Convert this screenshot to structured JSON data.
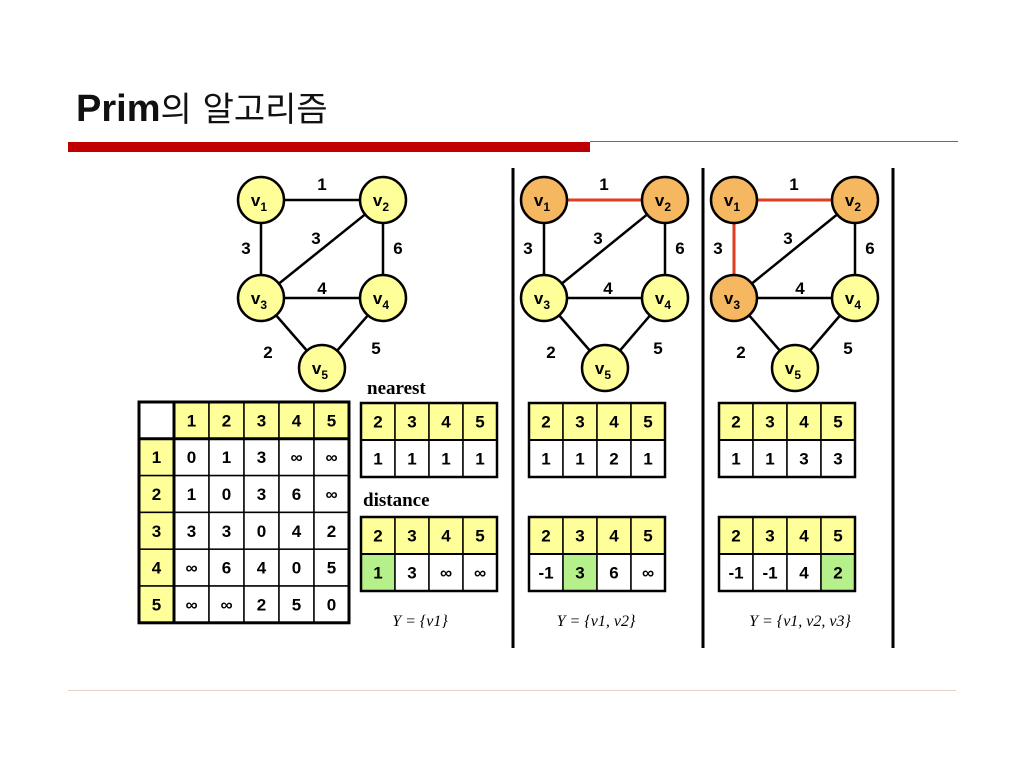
{
  "slide": {
    "title_bold": "Prim",
    "title_rest": "의 알고리즘"
  },
  "colors": {
    "node_yellow": "#ffff99",
    "node_orange": "#f5b860",
    "header_yellow": "#ffff99",
    "highlight_green": "#b6f08a",
    "selected_edge": "#e03c20",
    "title_bar": "#c00000"
  },
  "graph": {
    "nodes": [
      "v1",
      "v2",
      "v3",
      "v4",
      "v5"
    ],
    "edges": [
      {
        "from": "v1",
        "to": "v2",
        "weight": "1"
      },
      {
        "from": "v1",
        "to": "v3",
        "weight": "3"
      },
      {
        "from": "v2",
        "to": "v3",
        "weight": "3"
      },
      {
        "from": "v2",
        "to": "v4",
        "weight": "6"
      },
      {
        "from": "v3",
        "to": "v4",
        "weight": "4"
      },
      {
        "from": "v3",
        "to": "v5",
        "weight": "2"
      },
      {
        "from": "v4",
        "to": "v5",
        "weight": "5"
      }
    ]
  },
  "stages": [
    {
      "selected_nodes": [],
      "selected_edges": []
    },
    {
      "selected_nodes": [
        "v1",
        "v2"
      ],
      "selected_edges": [
        [
          "v1",
          "v2"
        ]
      ]
    },
    {
      "selected_nodes": [
        "v1",
        "v2",
        "v3"
      ],
      "selected_edges": [
        [
          "v1",
          "v2"
        ],
        [
          "v1",
          "v3"
        ]
      ]
    }
  ],
  "matrix": {
    "headers": [
      "1",
      "2",
      "3",
      "4",
      "5"
    ],
    "rows": [
      [
        "0",
        "1",
        "3",
        "∞",
        "∞"
      ],
      [
        "1",
        "0",
        "3",
        "6",
        "∞"
      ],
      [
        "3",
        "3",
        "0",
        "4",
        "2"
      ],
      [
        "∞",
        "6",
        "4",
        "0",
        "5"
      ],
      [
        "∞",
        "∞",
        "2",
        "5",
        "0"
      ]
    ]
  },
  "labels": {
    "nearest": "nearest",
    "distance": "distance"
  },
  "tables": [
    {
      "nearest_header": [
        "2",
        "3",
        "4",
        "5"
      ],
      "nearest_values": [
        "1",
        "1",
        "1",
        "1"
      ],
      "distance_header": [
        "2",
        "3",
        "4",
        "5"
      ],
      "distance_values": [
        "1",
        "3",
        "∞",
        "∞"
      ],
      "highlight_index": 0,
      "y_set": "Y = {v1}"
    },
    {
      "nearest_header": [
        "2",
        "3",
        "4",
        "5"
      ],
      "nearest_values": [
        "1",
        "1",
        "2",
        "1"
      ],
      "distance_header": [
        "2",
        "3",
        "4",
        "5"
      ],
      "distance_values": [
        "-1",
        "3",
        "6",
        "∞"
      ],
      "highlight_index": 1,
      "y_set": "Y = {v1, v2}"
    },
    {
      "nearest_header": [
        "2",
        "3",
        "4",
        "5"
      ],
      "nearest_values": [
        "1",
        "1",
        "3",
        "3"
      ],
      "distance_header": [
        "2",
        "3",
        "4",
        "5"
      ],
      "distance_values": [
        "-1",
        "-1",
        "4",
        "2"
      ],
      "highlight_index": 3,
      "y_set": "Y = {v1, v2, v3}"
    }
  ]
}
